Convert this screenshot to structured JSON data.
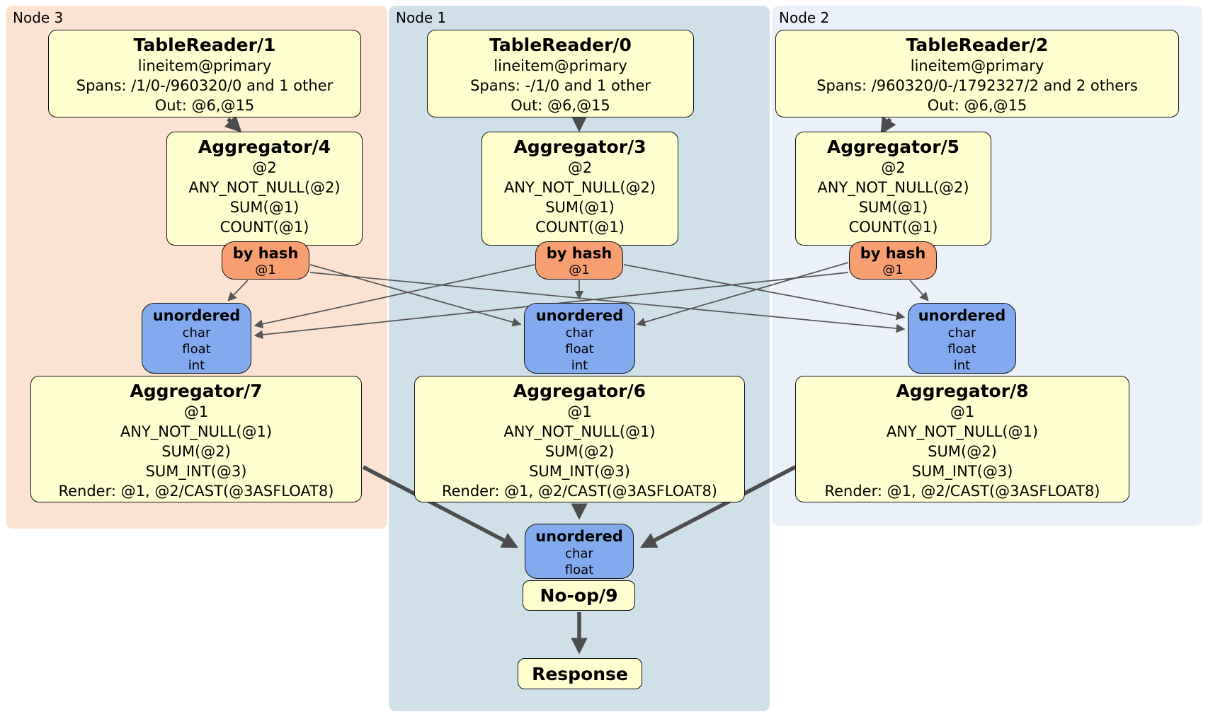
{
  "regions": {
    "node3": {
      "label": "Node 3",
      "fill": "#fce3d1"
    },
    "node1": {
      "label": "Node 1",
      "fill": "#cfe0e9"
    },
    "node2": {
      "label": "Node 2",
      "fill": "#ebf1f9"
    }
  },
  "colors": {
    "plan_box_fill": "#ffffd0",
    "router_fill": "#f89f72",
    "sync_fill": "#81abee",
    "edge": "#4d4d4d",
    "border": "#111111"
  },
  "nodes": {
    "tr1": {
      "title": "TableReader/1",
      "lines": [
        "lineitem@primary",
        "Spans: /1/0-/960320/0 and 1 other",
        "Out: @6,@15"
      ]
    },
    "tr0": {
      "title": "TableReader/0",
      "lines": [
        "lineitem@primary",
        "Spans: -/1/0 and 1 other",
        "Out: @6,@15"
      ]
    },
    "tr2": {
      "title": "TableReader/2",
      "lines": [
        "lineitem@primary",
        "Spans: /960320/0-/1792327/2 and 2 others",
        "Out: @6,@15"
      ]
    },
    "agg4": {
      "title": "Aggregator/4",
      "lines": [
        "@2",
        "ANY_NOT_NULL(@2)",
        "SUM(@1)",
        "COUNT(@1)"
      ]
    },
    "agg3": {
      "title": "Aggregator/3",
      "lines": [
        "@2",
        "ANY_NOT_NULL(@2)",
        "SUM(@1)",
        "COUNT(@1)"
      ]
    },
    "agg5": {
      "title": "Aggregator/5",
      "lines": [
        "@2",
        "ANY_NOT_NULL(@2)",
        "SUM(@1)",
        "COUNT(@1)"
      ]
    },
    "agg7": {
      "title": "Aggregator/7",
      "lines": [
        "@1",
        "ANY_NOT_NULL(@1)",
        "SUM(@2)",
        "SUM_INT(@3)",
        "Render: @1, @2/CAST(@3ASFLOAT8)"
      ]
    },
    "agg6": {
      "title": "Aggregator/6",
      "lines": [
        "@1",
        "ANY_NOT_NULL(@1)",
        "SUM(@2)",
        "SUM_INT(@3)",
        "Render: @1, @2/CAST(@3ASFLOAT8)"
      ]
    },
    "agg8": {
      "title": "Aggregator/8",
      "lines": [
        "@1",
        "ANY_NOT_NULL(@1)",
        "SUM(@2)",
        "SUM_INT(@3)",
        "Render: @1, @2/CAST(@3ASFLOAT8)"
      ]
    },
    "bh3": {
      "title": "by hash",
      "lines": [
        "@1"
      ]
    },
    "bh1": {
      "title": "by hash",
      "lines": [
        "@1"
      ]
    },
    "bh5": {
      "title": "by hash",
      "lines": [
        "@1"
      ]
    },
    "u3": {
      "title": "unordered",
      "lines": [
        "char",
        "float",
        "int"
      ]
    },
    "u1": {
      "title": "unordered",
      "lines": [
        "char",
        "float",
        "int"
      ]
    },
    "u5": {
      "title": "unordered",
      "lines": [
        "char",
        "float",
        "int"
      ]
    },
    "ufinal": {
      "title": "unordered",
      "lines": [
        "char",
        "float"
      ]
    },
    "noop": {
      "title": "No-op/9"
    },
    "response": {
      "title": "Response"
    }
  }
}
